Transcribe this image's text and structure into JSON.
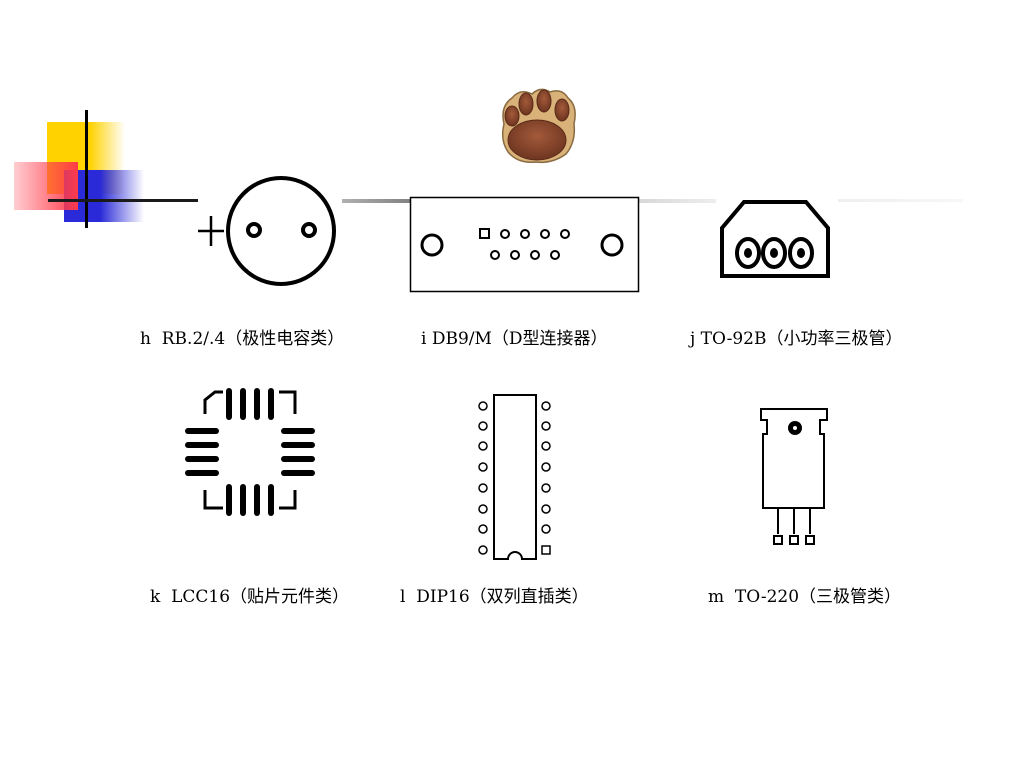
{
  "slide": {
    "captions": [
      {
        "id": "h",
        "text": "h  RB.2/.4（极性电容类）"
      },
      {
        "id": "i",
        "text": "i DB9/M（D型连接器）"
      },
      {
        "id": "j",
        "text": "j TO-92B（小功率三极管）"
      },
      {
        "id": "k",
        "text": "k  LCC16（贴片元件类）"
      },
      {
        "id": "l",
        "text": "l  DIP16（双列直插类）"
      },
      {
        "id": "m",
        "text": "m  TO-220（三极管类）"
      }
    ]
  },
  "colors": {
    "deco_yellow": "#ffd200",
    "deco_red": "#ff3b4a",
    "deco_blue": "#2a2ad8",
    "paw": "#8a4a2e",
    "ink": "#000000"
  },
  "icons": [
    "bear-paw-icon"
  ]
}
